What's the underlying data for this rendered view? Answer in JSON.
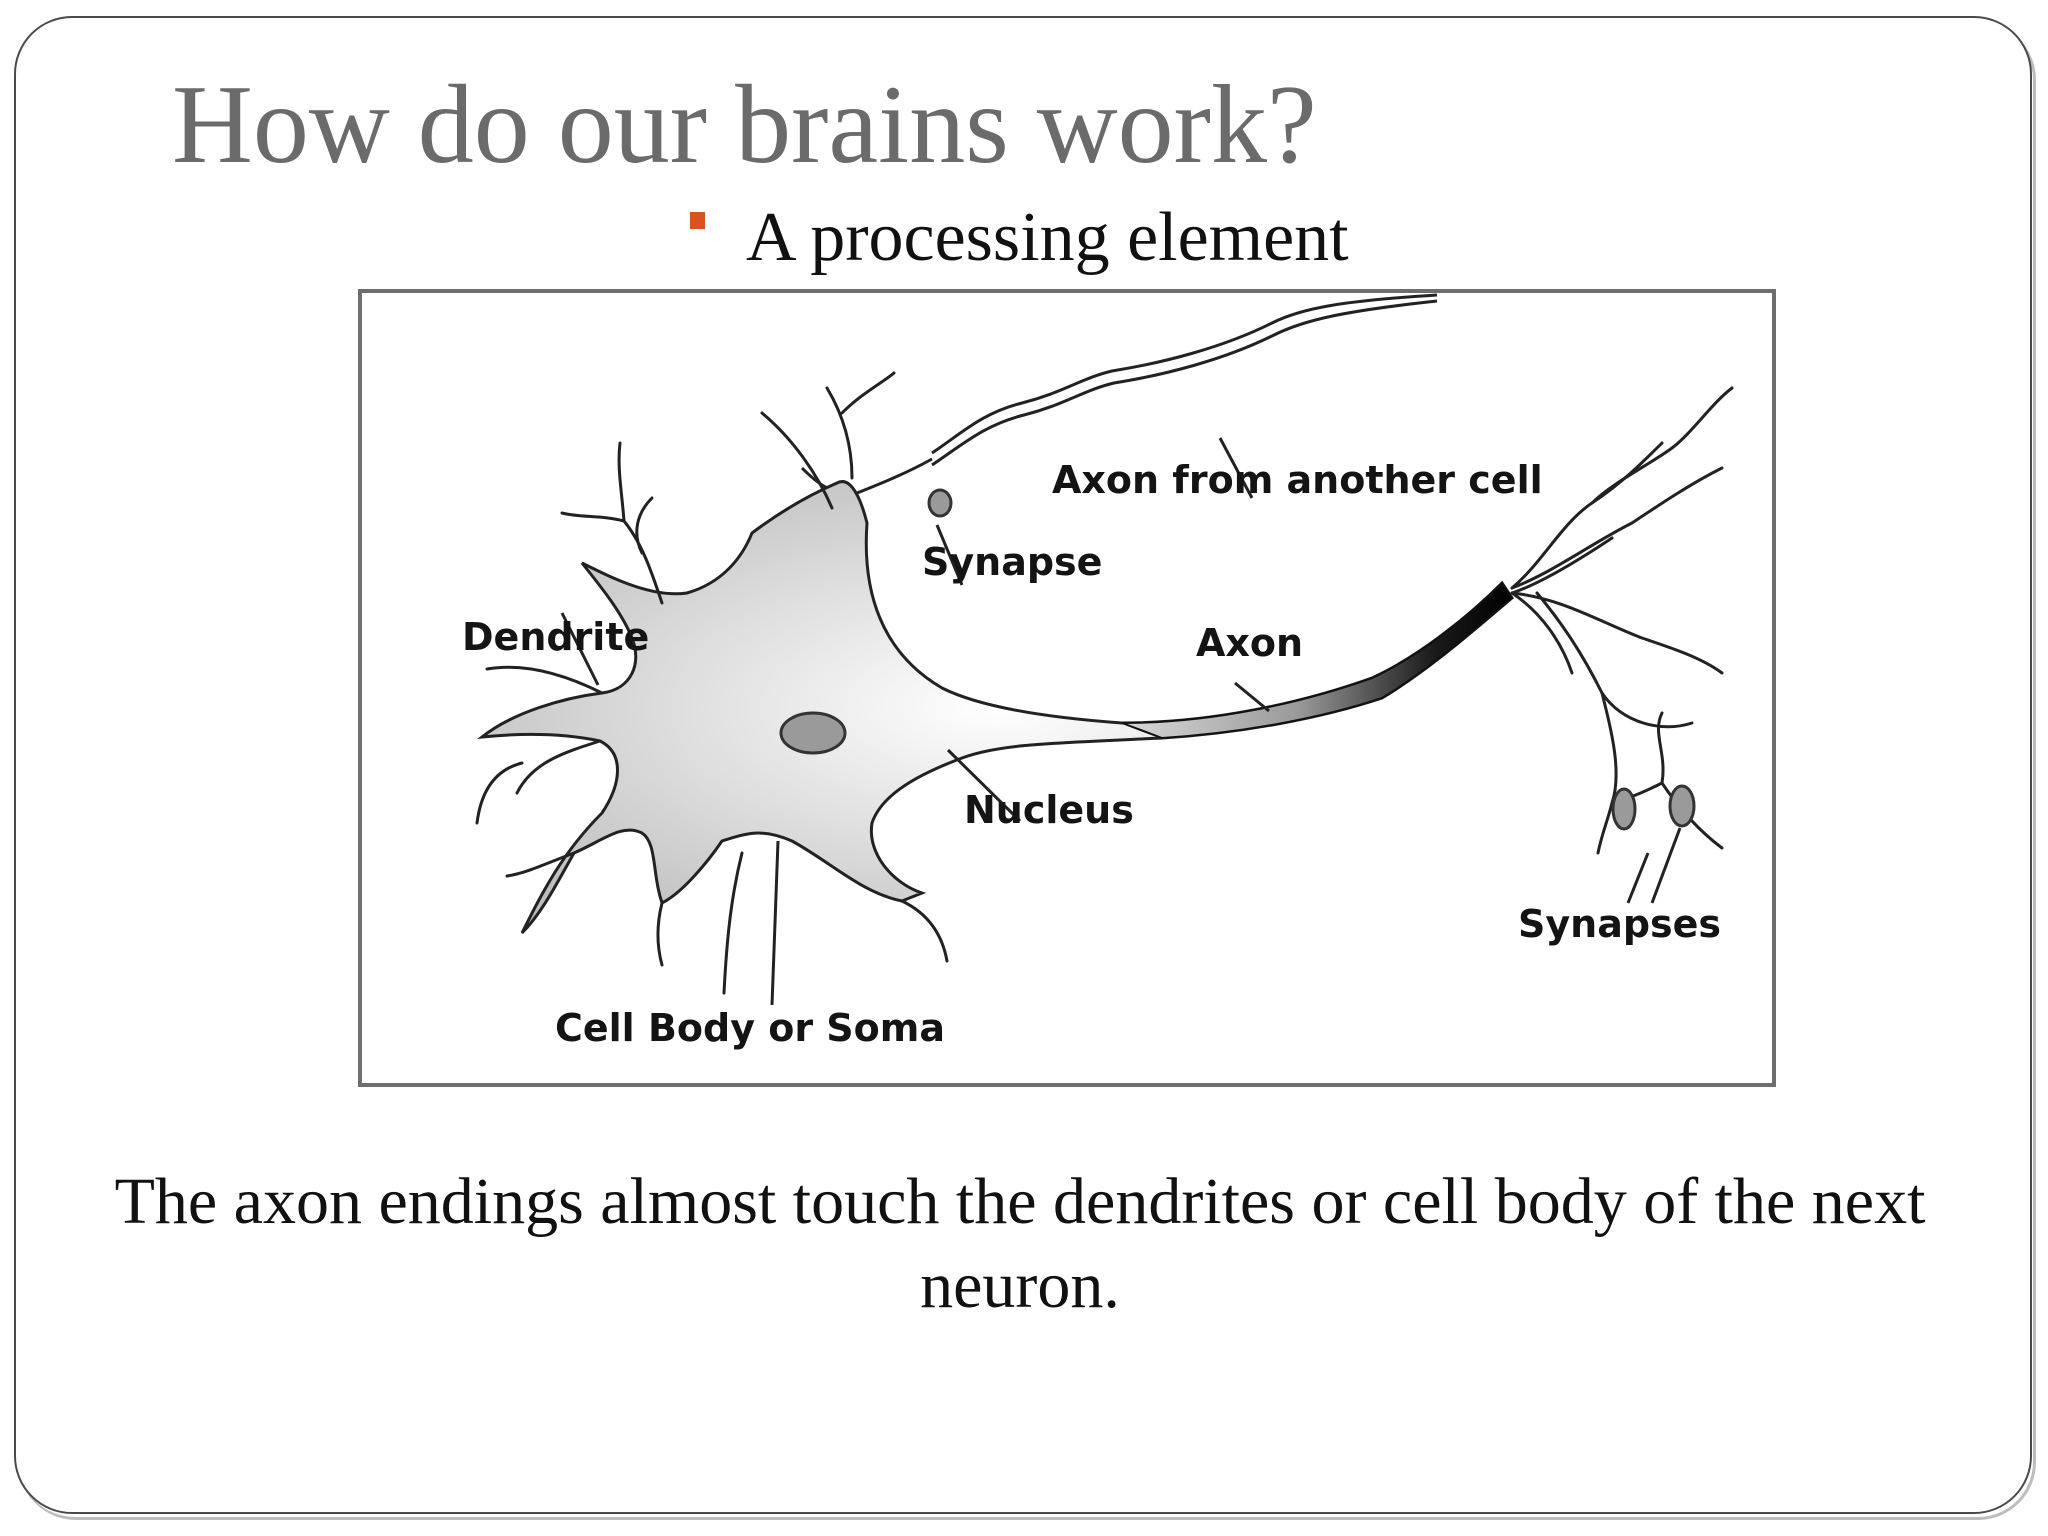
{
  "slide": {
    "title": "How do our brains work?",
    "bullet": "A processing element",
    "caption": "The axon endings almost touch the dendrites or cell body of the next neuron.",
    "accent_color": "#d9531e",
    "title_color": "#6b6b6b"
  },
  "diagram": {
    "labels": {
      "axon_from_another_cell": "Axon from another cell",
      "synapse": "Synapse",
      "dendrite": "Dendrite",
      "axon": "Axon",
      "nucleus": "Nucleus",
      "synapses": "Synapses",
      "cell_body": "Cell Body or Soma"
    }
  }
}
